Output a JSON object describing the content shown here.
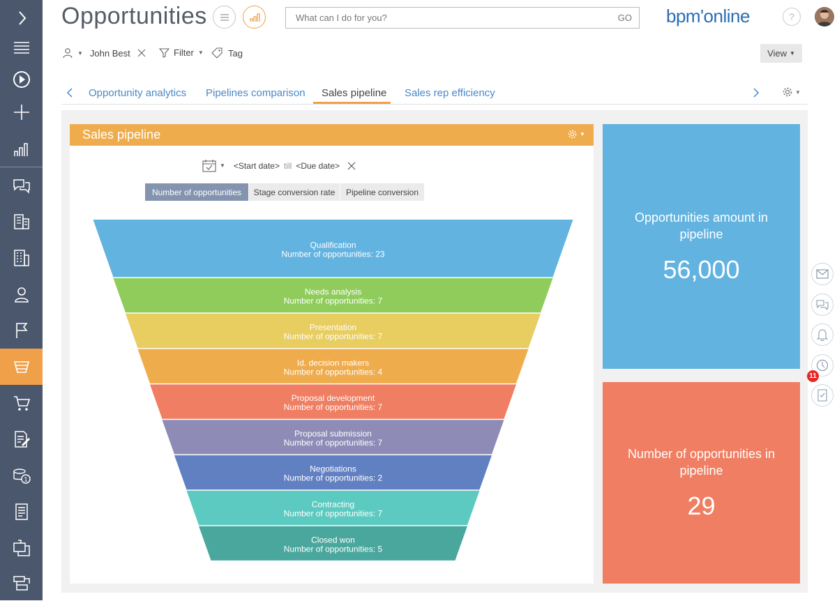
{
  "header": {
    "title": "Opportunities",
    "search_placeholder": "What can I do for you?",
    "search_go": "GO",
    "logo": "bpm'online",
    "help": "?"
  },
  "filters": {
    "owner": "John Best",
    "filter_label": "Filter",
    "tag_label": "Tag",
    "view_label": "View"
  },
  "tabs": [
    {
      "label": "Opportunity analytics"
    },
    {
      "label": "Pipelines comparison"
    },
    {
      "label": "Sales pipeline"
    },
    {
      "label": "Sales rep efficiency"
    }
  ],
  "widget": {
    "title": "Sales pipeline",
    "start_date": "<Start date>",
    "till": "till",
    "due_date": "<Due date>",
    "modes": [
      {
        "label": "Number of opportunities",
        "active": true
      },
      {
        "label": "Stage conversion rate",
        "active": false
      },
      {
        "label": "Pipeline conversion",
        "active": false
      }
    ]
  },
  "chart_data": {
    "type": "funnel",
    "value_label": "Number of opportunities",
    "stages": [
      {
        "name": "Qualification",
        "value": 23,
        "color": "#62b3e0"
      },
      {
        "name": "Needs analysis",
        "value": 7,
        "color": "#8fcc5c"
      },
      {
        "name": "Presentation",
        "value": 7,
        "color": "#e8cd60"
      },
      {
        "name": "Id. decision makers",
        "value": 4,
        "color": "#efac4d"
      },
      {
        "name": "Proposal development",
        "value": 7,
        "color": "#ef7e62"
      },
      {
        "name": "Proposal submission",
        "value": 7,
        "color": "#8e8cb6"
      },
      {
        "name": "Negotiations",
        "value": 2,
        "color": "#6180c2"
      },
      {
        "name": "Contracting",
        "value": 7,
        "color": "#5ccac0"
      },
      {
        "name": "Closed won",
        "value": 5,
        "color": "#4aa79e"
      }
    ]
  },
  "kpis": [
    {
      "label": "Opportunities amount in pipeline",
      "value": "56,000",
      "color": "#62b3e0"
    },
    {
      "label": "Number of opportunities in pipeline",
      "value": "29",
      "color": "#ef7e62"
    }
  ],
  "notifications": {
    "badge_count": "11"
  },
  "colors": {
    "rail": "#4a576d",
    "accent": "#f0a048",
    "link": "#4a88c8"
  }
}
